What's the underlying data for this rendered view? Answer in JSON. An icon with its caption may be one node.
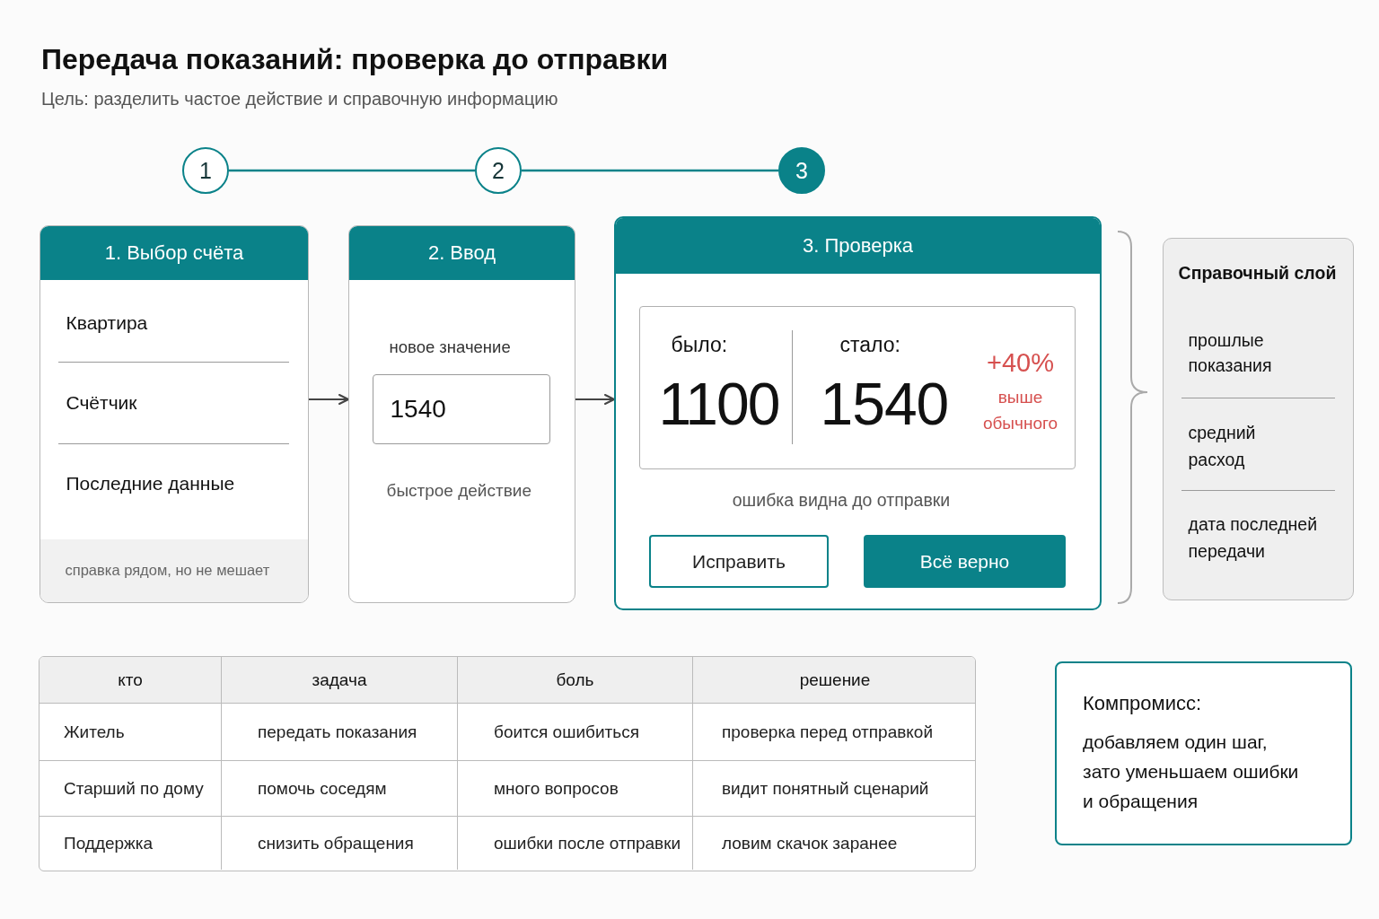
{
  "diagram": {
    "title": "Передача показаний: проверка до отправки",
    "nodes": [
      {
        "text": [
          "1"
        ]
      },
      {
        "text": [
          "2"
        ]
      },
      {
        "text": [
          "3"
        ]
      },
      {
        "text": [
          "1. Выбор счёта",
          "Квартира",
          "Счётчик",
          "Последние данные",
          "справка рядом, но не мешает"
        ]
      },
      {
        "text": [
          "2. Ввод",
          "новое значение",
          "быстрое действие"
        ]
      },
      {
        "text": [
          "1540"
        ],
        "in": 4
      },
      {
        "text": [
          "3. Проверка",
          "ошибка видна до отправки"
        ]
      },
      {
        "text": [
          "было:",
          "1100",
          "стало:",
          "1540",
          "+40%",
          "выше обычного"
        ],
        "in": 6
      },
      {
        "text": [
          "Исправить"
        ],
        "in": 6
      },
      {
        "text": [
          "Всё верно"
        ],
        "in": 6
      },
      {
        "text": [
          "Справочный слой",
          "прошлые показания",
          "средний расход",
          "дата последней передачи"
        ]
      },
      {
        "text": [
          "Компромисс:",
          "добавляем один шаг, зато уменьшаем ошибки и обращения"
        ]
      }
    ],
    "edges": [
      {
        "from": 0,
        "to": 1,
        "arrow": "none",
        "color": "#0a8289"
      },
      {
        "from": 1,
        "to": 2,
        "arrow": "none",
        "color": "#0a8289"
      },
      {
        "from": 3,
        "to": 4,
        "arrow": "to"
      },
      {
        "from": 4,
        "to": 6,
        "arrow": "to"
      }
    ],
    "labels": [
      "Цель: разделить частое действие и справочную информацию",
      "кто",
      "задача",
      "боль",
      "решение",
      "Житель",
      "передать показания",
      "боится ошибиться",
      "проверка перед отправкой",
      "Старший по дому",
      "помочь соседям",
      "много вопросов",
      "видит понятный сценарий",
      "Поддержка",
      "снизить обращения",
      "ошибки после отправки",
      "ловим скачок заранее"
    ]
  }
}
